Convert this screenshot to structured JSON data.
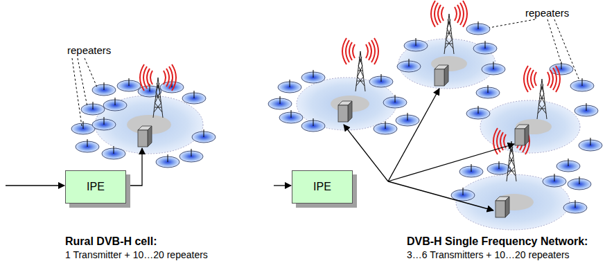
{
  "diagram": {
    "nodes": [
      {
        "text": [
          "IPE"
        ]
      },
      {
        "text": [
          "IPE"
        ]
      }
    ],
    "labels": [
      "repeaters",
      "repeaters",
      "Rural DVB-H cell:",
      "1 Transmitter + 10…20 repeaters",
      "DVB-H Single Frequency Network:",
      "3…6 Transmitters + 10…20 repeaters"
    ]
  }
}
